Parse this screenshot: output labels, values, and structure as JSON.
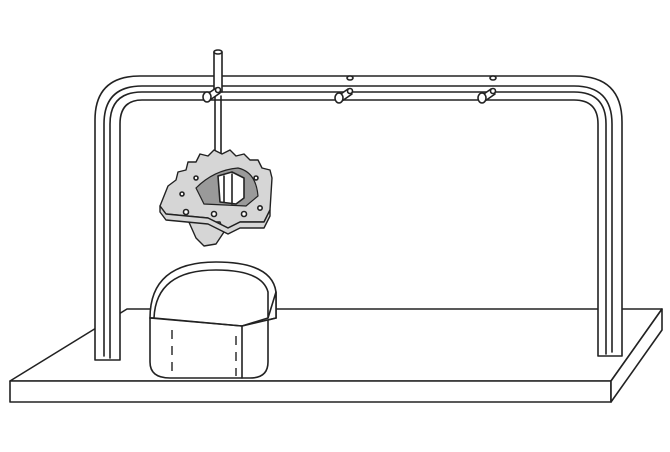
{
  "diagram": {
    "components": [
      "base-board",
      "gantry-frame",
      "adjustment-pins",
      "vertical-rod",
      "gear-specimen",
      "container"
    ],
    "pin_count": 3,
    "colors": {
      "stroke": "#222222",
      "specimen_fill": "#d6d6d6",
      "background": "#ffffff"
    }
  }
}
